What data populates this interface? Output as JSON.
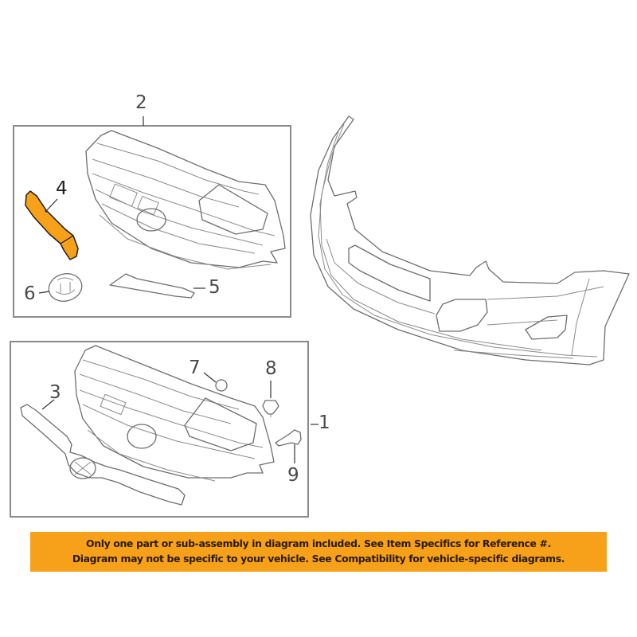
{
  "diagram": {
    "subject": "Front bumper grille assembly exploded parts diagram",
    "callouts": [
      {
        "id": "1",
        "label": "1",
        "description": "Grille assembly (lower box)"
      },
      {
        "id": "2",
        "label": "2",
        "description": "Grille assembly (upper box)"
      },
      {
        "id": "3",
        "label": "3",
        "description": "Grille molding / lower trim"
      },
      {
        "id": "4",
        "label": "4",
        "description": "Side molding (highlighted part)"
      },
      {
        "id": "5",
        "label": "5",
        "description": "Lower molding strip"
      },
      {
        "id": "6",
        "label": "6",
        "description": "Emblem"
      },
      {
        "id": "7",
        "label": "7",
        "description": "Nut / clip"
      },
      {
        "id": "8",
        "label": "8",
        "description": "Clip fastener"
      },
      {
        "id": "9",
        "label": "9",
        "description": "Bracket clip"
      }
    ],
    "highlighted_part": "4",
    "highlight_color": "#f7a11a",
    "line_color": "#6d6d6d",
    "box_border_color": "#8a8a8a"
  },
  "banner": {
    "line1": "Only one part or sub-assembly in diagram included. See Item Specifics for Reference #.",
    "line2": "Diagram may not be specific to your vehicle. See Compatibility for vehicle-specific diagrams.",
    "background": "#f7a11a",
    "text_color": "#2a1a00"
  }
}
